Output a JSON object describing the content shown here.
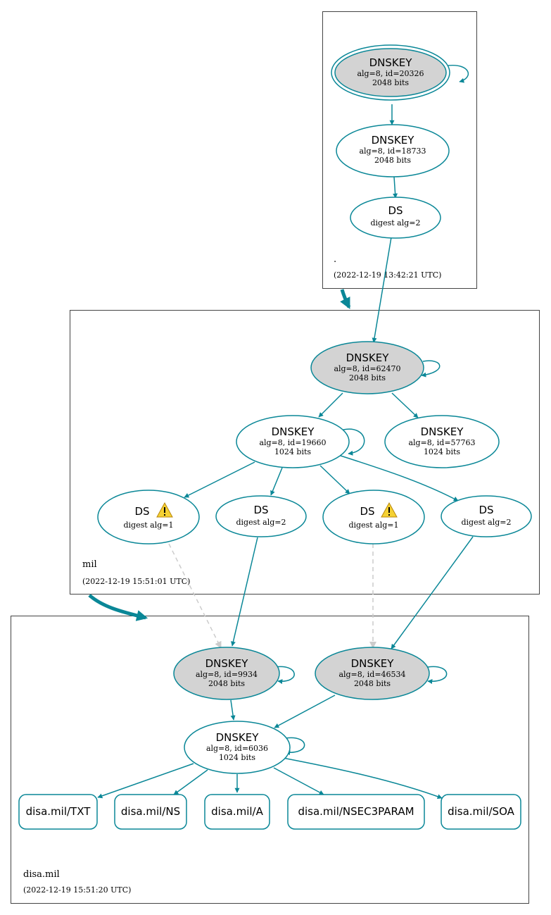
{
  "colors": {
    "teal": "#0a8797",
    "ksk_fill": "#d3d3d3",
    "insecure_edge": "#cccccc",
    "zone_border": "#444444",
    "warn_fill": "#f5d133",
    "warn_stroke": "#b8860b"
  },
  "zones": {
    "root": {
      "name": ".",
      "timestamp": "(2022-12-19 13:42:21 UTC)"
    },
    "mil": {
      "name": "mil",
      "timestamp": "(2022-12-19 15:51:01 UTC)"
    },
    "disa_mil": {
      "name": "disa.mil",
      "timestamp": "(2022-12-19 15:51:20 UTC)"
    }
  },
  "nodes": {
    "root_ksk": {
      "title": "DNSKEY",
      "line1": "alg=8, id=20326",
      "line2": "2048 bits"
    },
    "root_zsk": {
      "title": "DNSKEY",
      "line1": "alg=8, id=18733",
      "line2": "2048 bits"
    },
    "root_ds": {
      "title": "DS",
      "line1": "digest alg=2"
    },
    "mil_ksk": {
      "title": "DNSKEY",
      "line1": "alg=8, id=62470",
      "line2": "2048 bits"
    },
    "mil_zsk1": {
      "title": "DNSKEY",
      "line1": "alg=8, id=19660",
      "line2": "1024 bits"
    },
    "mil_zsk2": {
      "title": "DNSKEY",
      "line1": "alg=8, id=57763",
      "line2": "1024 bits"
    },
    "mil_ds1": {
      "title": "DS",
      "line1": "digest alg=1",
      "warning": true
    },
    "mil_ds2": {
      "title": "DS",
      "line1": "digest alg=2"
    },
    "mil_ds3": {
      "title": "DS",
      "line1": "digest alg=1",
      "warning": true
    },
    "mil_ds4": {
      "title": "DS",
      "line1": "digest alg=2"
    },
    "disa_ksk1": {
      "title": "DNSKEY",
      "line1": "alg=8, id=9934",
      "line2": "2048 bits"
    },
    "disa_ksk2": {
      "title": "DNSKEY",
      "line1": "alg=8, id=46534",
      "line2": "2048 bits"
    },
    "disa_zsk": {
      "title": "DNSKEY",
      "line1": "alg=8, id=6036",
      "line2": "1024 bits"
    }
  },
  "rrsets": {
    "txt": "disa.mil/TXT",
    "ns": "disa.mil/NS",
    "a": "disa.mil/A",
    "nsec3param": "disa.mil/NSEC3PARAM",
    "soa": "disa.mil/SOA"
  }
}
